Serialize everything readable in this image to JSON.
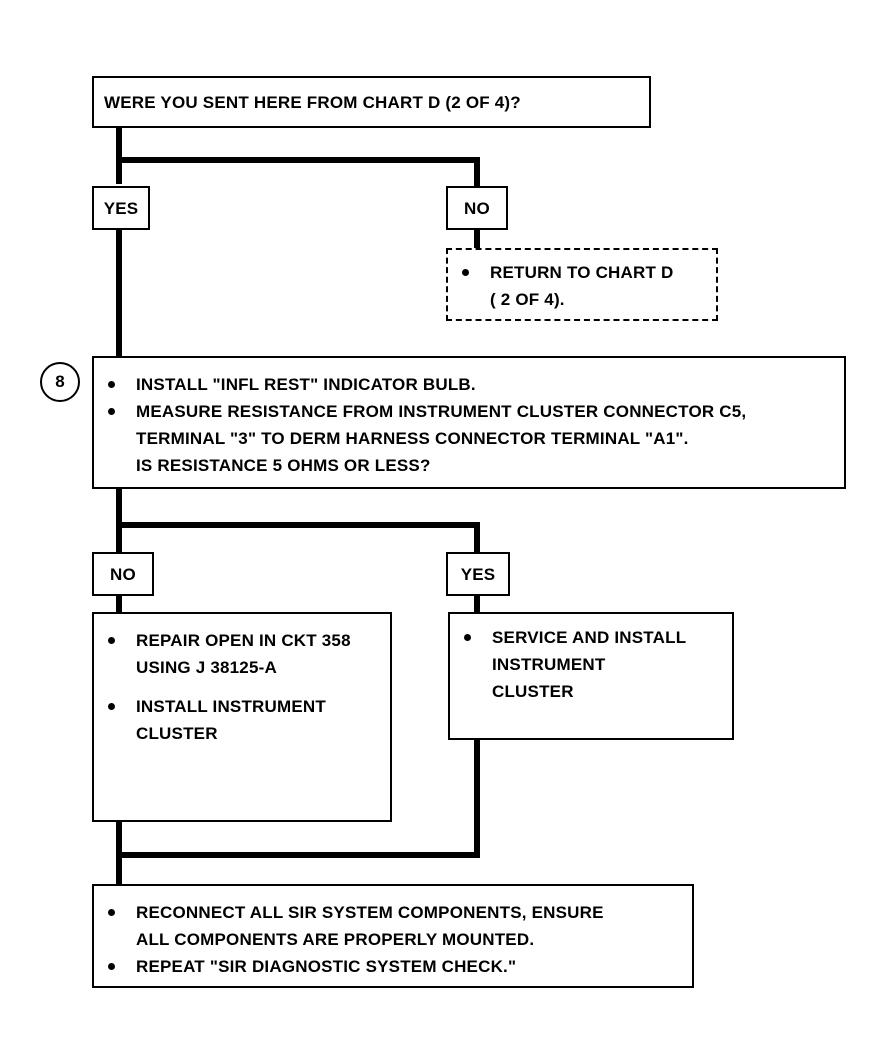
{
  "q1": {
    "text": "WERE YOU SENT HERE FROM CHART D (2 OF 4)?"
  },
  "q1_yes": "YES",
  "q1_no": "NO",
  "return_box": {
    "line1": "RETURN TO CHART D",
    "line2": "( 2 OF 4)."
  },
  "step8": {
    "number": "8",
    "line1": "INSTALL \"INFL REST\" INDICATOR BULB.",
    "line2": "MEASURE RESISTANCE FROM INSTRUMENT CLUSTER CONNECTOR C5,",
    "line3": "TERMINAL \"3\" TO DERM HARNESS CONNECTOR TERMINAL \"A1\".",
    "line4": "IS RESISTANCE 5 OHMS OR LESS?"
  },
  "q2_no": "NO",
  "q2_yes": "YES",
  "repair_box": {
    "a1": "REPAIR OPEN IN CKT 358",
    "a2": "USING J 38125-A",
    "b1": "INSTALL INSTRUMENT",
    "b2": "CLUSTER"
  },
  "service_box": {
    "l1": "SERVICE AND INSTALL",
    "l2": "INSTRUMENT",
    "l3": "CLUSTER"
  },
  "final_box": {
    "l1": "RECONNECT ALL SIR SYSTEM COMPONENTS, ENSURE",
    "l2": "ALL COMPONENTS ARE PROPERLY MOUNTED.",
    "l3": "REPEAT \"SIR DIAGNOSTIC SYSTEM CHECK.\""
  }
}
